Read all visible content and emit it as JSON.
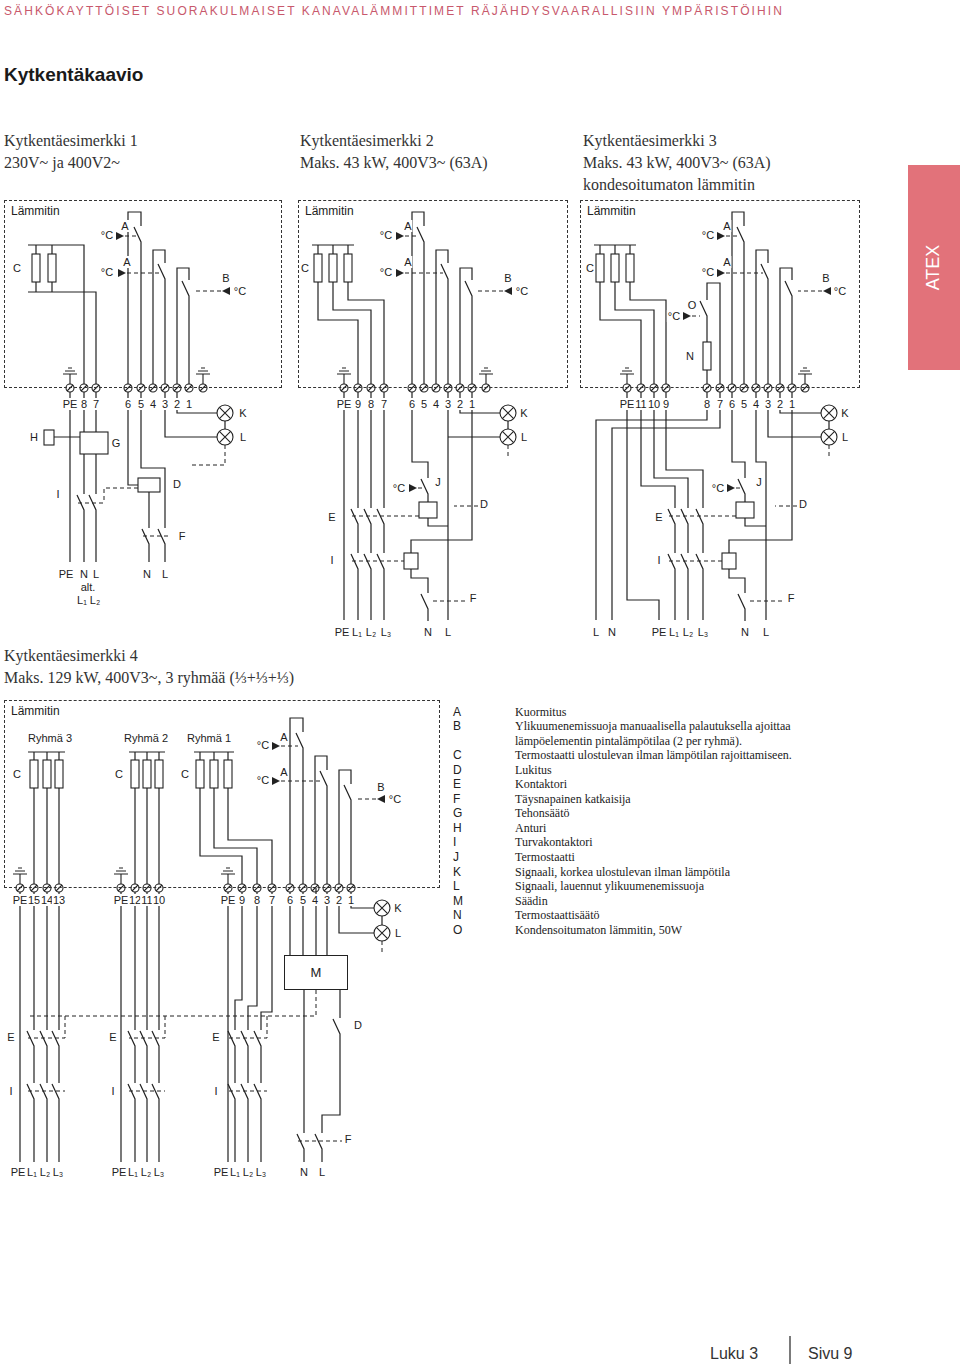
{
  "diagram": {
    "title": "Kytkentäkaavio",
    "nodes": [
      {
        "text": [
          "Lämmitin"
        ]
      },
      {
        "text": [
          "Lämmitin"
        ]
      },
      {
        "text": [
          "Lämmitin"
        ]
      },
      {
        "text": [
          "ATEX"
        ]
      },
      {
        "text": [
          "Lämmitin"
        ]
      },
      {
        "text": [
          "M"
        ]
      }
    ],
    "edges": [
      {
        "from": 4,
        "to": 5,
        "arrow": "none"
      }
    ],
    "labels": [
      "SÄHKÖKAYTTÖISET SUORAKULMAISET KANAVALÄMMITTIMET RÄJÄHDYSVAARALLISIIN YMPÄRISTÖIHIN",
      "Kytkentäesimerkki 1",
      "230V~ ja 400V2~",
      "Kytkentäesimerkki 2",
      "Maks. 43 kW, 400V3~ (63A)",
      "Kytkentäesimerkki 3",
      "Maks. 43 kW, 400V3~ (63A)",
      "kondesoitumaton lämmitin",
      "°C",
      "A",
      "°C",
      "A",
      "C",
      "B",
      "°C",
      "PE",
      "8",
      "7",
      "6",
      "5",
      "4",
      "3",
      "2",
      "1",
      "K",
      "L",
      "H",
      "G",
      "I",
      "D",
      "F",
      "PE",
      "N",
      "L",
      "alt.",
      "L₁",
      "L₂",
      "N",
      "L",
      "°C",
      "A",
      "°C",
      "A",
      "C",
      "B",
      "°C",
      "PE",
      "9",
      "8",
      "7",
      "6",
      "5",
      "4",
      "3",
      "2",
      "1",
      "K",
      "L",
      "°C",
      "J",
      "D",
      "E",
      "I",
      "F",
      "PE",
      "L₁",
      "L₂",
      "L₃",
      "N",
      "L",
      "°C",
      "A",
      "°C",
      "A",
      "C",
      "B",
      "°C",
      "°C",
      "O",
      "N",
      "PE",
      "11",
      "10",
      "9",
      "8",
      "7",
      "6",
      "5",
      "4",
      "3",
      "2",
      "1",
      "K",
      "L",
      "°C",
      "J",
      "D",
      "E",
      "I",
      "F",
      "L",
      "N",
      "PE",
      "L₁",
      "L₂",
      "L₃",
      "N",
      "L",
      "Kytkentäesimerkki 4",
      "Maks. 129 kW, 400V3~, 3 ryhmää (⅓+⅓+⅓)",
      "Ryhmä 3",
      "Ryhmä 2",
      "Ryhmä 1",
      "°C",
      "A",
      "°C",
      "A",
      "C",
      "C",
      "C",
      "B",
      "°C",
      "PE",
      "15",
      "14",
      "13",
      "PE",
      "12",
      "11",
      "10",
      "PE",
      "9",
      "8",
      "7",
      "6",
      "5",
      "4",
      "3",
      "2",
      "1",
      "K",
      "L",
      "E",
      "E",
      "E",
      "D",
      "I",
      "I",
      "I",
      "F",
      "PE",
      "L₁",
      "L₂",
      "L₃",
      "PE",
      "L₁",
      "L₂",
      "L₃",
      "PE",
      "L₁",
      "L₂",
      "L₃",
      "N",
      "L",
      "A",
      "Kuormitus",
      "B",
      "Ylikuumenemissuoja manuaalisella palautuksella ajoittaa lämpöelementin pintalämpötilaa (2 per ryhmä).",
      "C",
      "Termostaatti ulostulevan ilman lämpötilan rajoittamiseen.",
      "D",
      "Lukitus",
      "E",
      "Kontaktori",
      "F",
      "Täysnapainen katkaisija",
      "G",
      "Tehonsäätö",
      "H",
      "Anturi",
      "I",
      "Turvakontaktori",
      "J",
      "Termostaatti",
      "K",
      "Signaali, korkea ulostulevan ilman lämpötila",
      "L",
      "Signaali, lauennut ylikuumenemissuoja",
      "M",
      "Säädin",
      "N",
      "Termostaattisäätö",
      "O",
      "Kondensoitumaton lämmitin, 50W",
      "Luku 3",
      "Sivu 9"
    ]
  }
}
